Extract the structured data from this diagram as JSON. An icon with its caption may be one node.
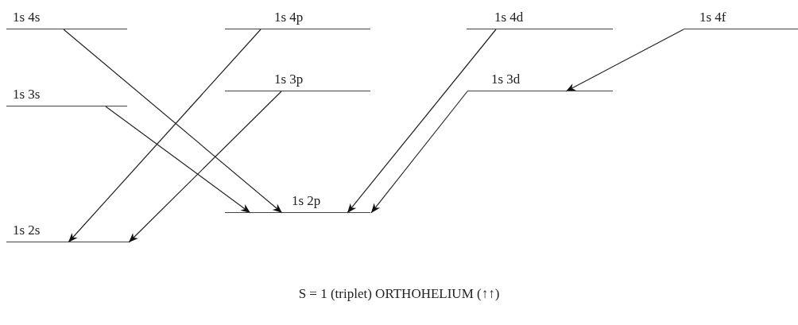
{
  "diagram": {
    "caption": "S = 1 (triplet) ORTHOHELIUM (↑↑)",
    "nodes": [
      {
        "text": [
          "1s 4s"
        ]
      },
      {
        "text": [
          "1s 4p"
        ]
      },
      {
        "text": [
          "1s 4d"
        ]
      },
      {
        "text": [
          "1s 4f"
        ]
      },
      {
        "text": [
          "1s 3s"
        ]
      },
      {
        "text": [
          "1s 3p"
        ]
      },
      {
        "text": [
          "1s 3d"
        ]
      },
      {
        "text": [
          "1s 2s"
        ]
      },
      {
        "text": [
          "1s 2p"
        ]
      }
    ],
    "edges": [
      {
        "from": 0,
        "to": 8,
        "arrow": "to"
      },
      {
        "from": 4,
        "to": 8,
        "arrow": "to"
      },
      {
        "from": 1,
        "to": 7,
        "arrow": "to"
      },
      {
        "from": 5,
        "to": 7,
        "arrow": "to"
      },
      {
        "from": 2,
        "to": 8,
        "arrow": "to"
      },
      {
        "from": 6,
        "to": 8,
        "arrow": "to"
      },
      {
        "from": 3,
        "to": 6,
        "arrow": "to"
      }
    ]
  }
}
